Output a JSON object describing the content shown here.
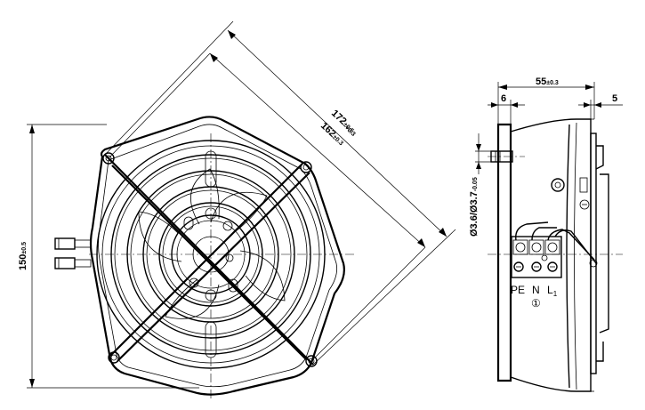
{
  "front_view": {
    "dim_diagonal_outer": {
      "value": "172",
      "tol": "±0.5"
    },
    "dim_diagonal_inner": {
      "value": "162",
      "tol": "±0.3"
    },
    "dim_hole_tol": "+0.3",
    "dim_height": {
      "value": "150",
      "tol": "±0.5"
    }
  },
  "side_view": {
    "dim_depth": {
      "value": "55",
      "tol": "±0.3"
    },
    "dim_left_offset": "6",
    "dim_right_offset": "5",
    "dim_hole_diameter": {
      "value": "Ø3.6/Ø3.7",
      "tol": "-0.05"
    },
    "terminals": [
      "PE",
      "N",
      "L"
    ],
    "terminal_subscript": "1",
    "terminal_note": "①"
  }
}
